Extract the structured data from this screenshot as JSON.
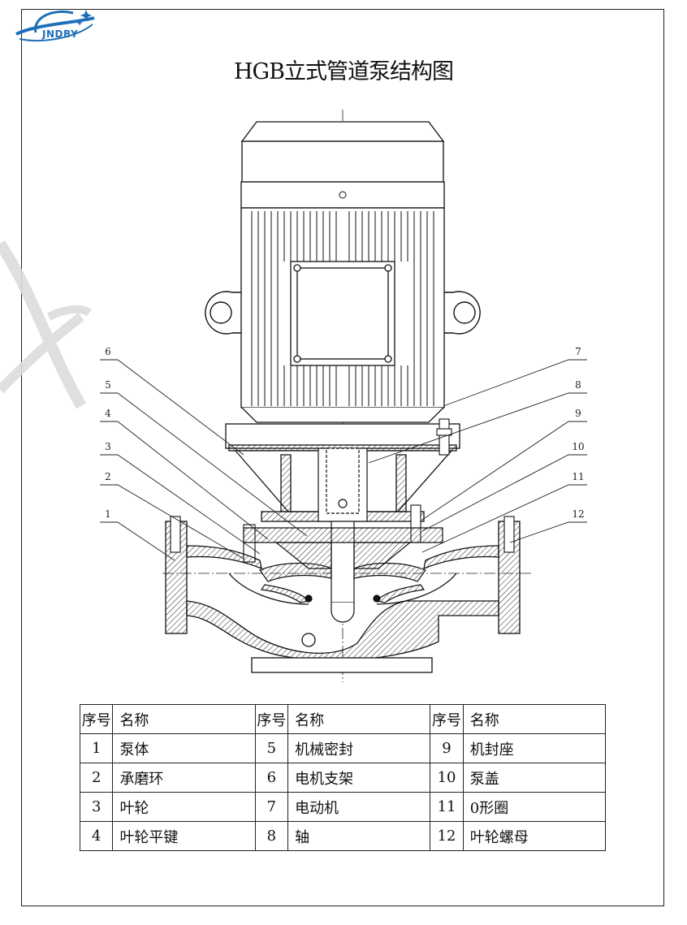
{
  "logo": {
    "text": "JNDBY",
    "icon": "globe-orbit-logo"
  },
  "title": "HGB立式管道泵结构图",
  "callouts": [
    "1",
    "2",
    "3",
    "4",
    "5",
    "6",
    "7",
    "8",
    "9",
    "10",
    "11",
    "12"
  ],
  "table": {
    "headers": [
      {
        "no": "序号",
        "name": "名称"
      },
      {
        "no": "序号",
        "name": "名称"
      },
      {
        "no": "序号",
        "name": "名称"
      }
    ],
    "rows": [
      [
        {
          "no": "1",
          "name": "泵体"
        },
        {
          "no": "5",
          "name": "机械密封"
        },
        {
          "no": "9",
          "name": "机封座"
        }
      ],
      [
        {
          "no": "2",
          "name": "承磨环"
        },
        {
          "no": "6",
          "name": "电机支架"
        },
        {
          "no": "10",
          "name": "泵盖"
        }
      ],
      [
        {
          "no": "3",
          "name": "叶轮"
        },
        {
          "no": "7",
          "name": "电动机"
        },
        {
          "no": "11",
          "name": "0形圈"
        }
      ],
      [
        {
          "no": "4",
          "name": "叶轮平键"
        },
        {
          "no": "8",
          "name": "轴"
        },
        {
          "no": "12",
          "name": "叶轮螺母"
        }
      ]
    ]
  },
  "colors": {
    "line": "#1a1a1a",
    "logo": "#1f6fb8",
    "watermark": "#d9d9d9"
  }
}
